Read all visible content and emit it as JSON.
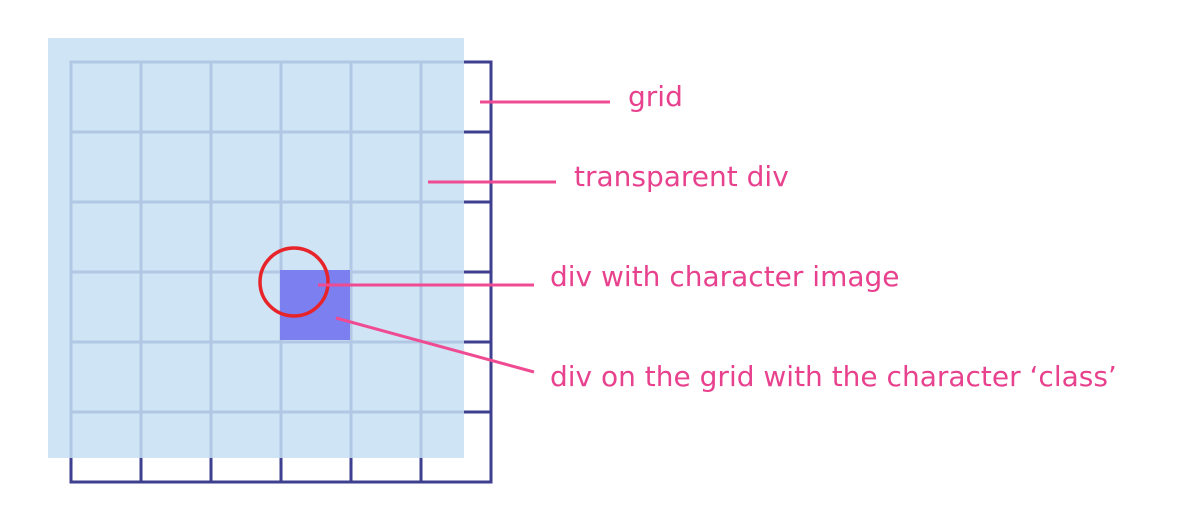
{
  "diagram": {
    "grid_rows": 6,
    "grid_cols": 6,
    "character_cell": {
      "row": 3,
      "col": 3
    },
    "colors": {
      "grid": "#3e3f8f",
      "transparent_div": "#c7dff2",
      "character_class_cell": "#7b7fef",
      "character_image_circle": "#e8242b",
      "annotation": "#e8428f"
    },
    "labels": {
      "grid": "grid",
      "transparent_div": "transparent div",
      "character_image_div": "div with character image",
      "character_class_div": "div on the grid with the character ‘class’"
    }
  }
}
